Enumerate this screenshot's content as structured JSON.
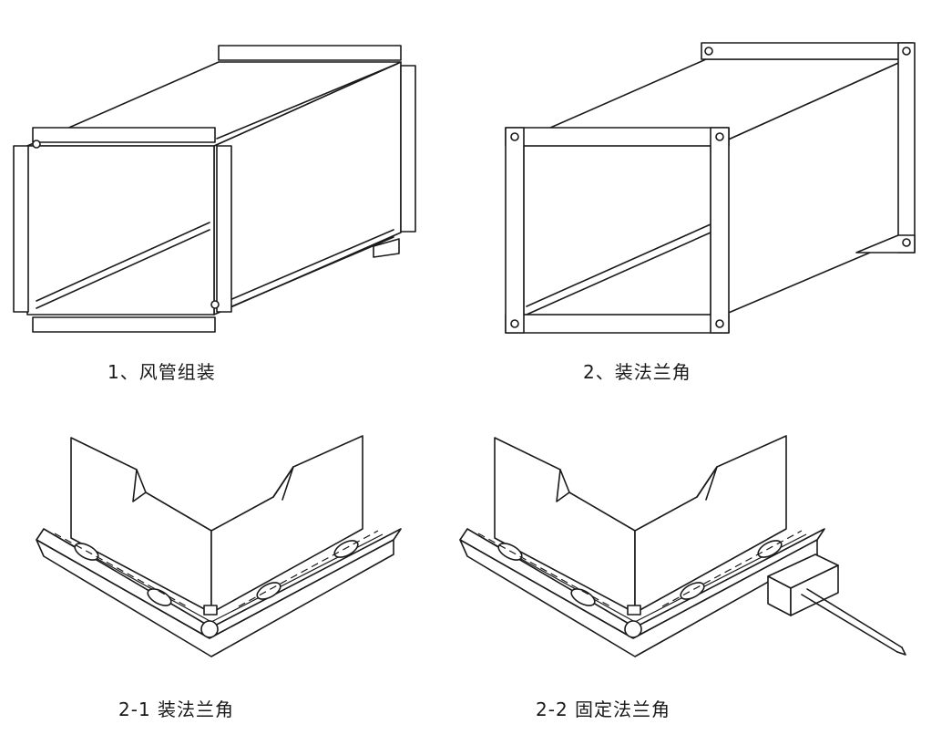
{
  "captions": {
    "step1": "1、风管组装",
    "step2": "2、装法兰角",
    "step2_1": "2-1 装法兰角",
    "step2_2": "2-2 固定法兰角"
  },
  "colors": {
    "line": "#1a1a1a",
    "background": "#ffffff"
  }
}
